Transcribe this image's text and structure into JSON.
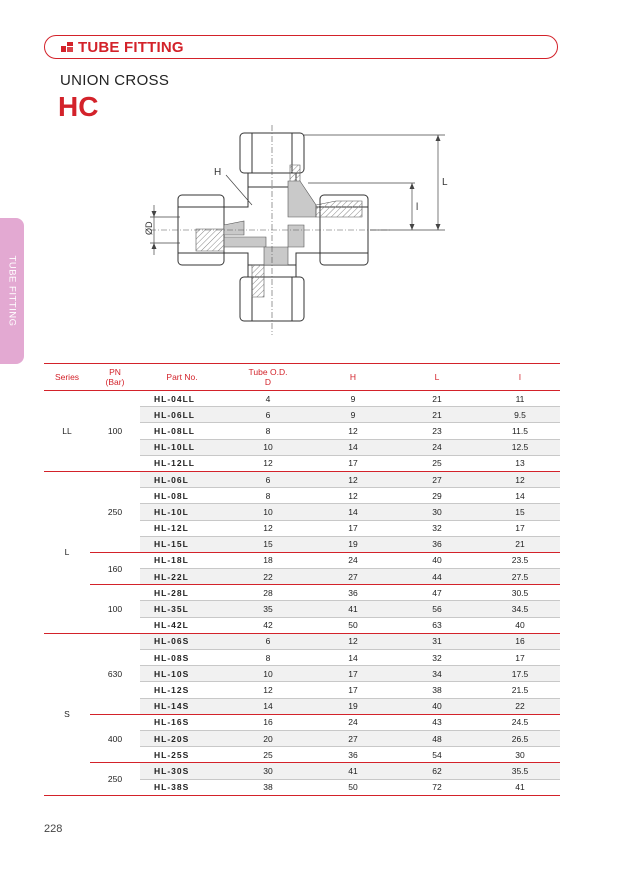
{
  "header": {
    "title": "TUBE FITTING"
  },
  "product": {
    "subtitle": "UNION CROSS",
    "code": "HC"
  },
  "side_tab": {
    "label": "TUBE FITTING"
  },
  "drawing": {
    "labels": {
      "h": "H",
      "d": "ØD",
      "l_long": "L",
      "l_short": "l"
    }
  },
  "table": {
    "headers": {
      "series": "Series",
      "pn": "PN\n(Bar)",
      "part": "Part No.",
      "od": "Tube O.D.\nD",
      "h": "H",
      "l_upper": "L",
      "l_lower": "l"
    },
    "series": [
      {
        "name": "LL",
        "groups": [
          {
            "pn": "100",
            "rows": [
              [
                "HL-04LL",
                "4",
                "9",
                "21",
                "11"
              ],
              [
                "HL-06LL",
                "6",
                "9",
                "21",
                "9.5"
              ],
              [
                "HL-08LL",
                "8",
                "12",
                "23",
                "11.5"
              ],
              [
                "HL-10LL",
                "10",
                "14",
                "24",
                "12.5"
              ],
              [
                "HL-12LL",
                "12",
                "17",
                "25",
                "13"
              ]
            ]
          }
        ]
      },
      {
        "name": "L",
        "groups": [
          {
            "pn": "250",
            "rows": [
              [
                "HL-06L",
                "6",
                "12",
                "27",
                "12"
              ],
              [
                "HL-08L",
                "8",
                "12",
                "29",
                "14"
              ],
              [
                "HL-10L",
                "10",
                "14",
                "30",
                "15"
              ],
              [
                "HL-12L",
                "12",
                "17",
                "32",
                "17"
              ],
              [
                "HL-15L",
                "15",
                "19",
                "36",
                "21"
              ]
            ]
          },
          {
            "pn": "160",
            "rows": [
              [
                "HL-18L",
                "18",
                "24",
                "40",
                "23.5"
              ],
              [
                "HL-22L",
                "22",
                "27",
                "44",
                "27.5"
              ]
            ]
          },
          {
            "pn": "100",
            "rows": [
              [
                "HL-28L",
                "28",
                "36",
                "47",
                "30.5"
              ],
              [
                "HL-35L",
                "35",
                "41",
                "56",
                "34.5"
              ],
              [
                "HL-42L",
                "42",
                "50",
                "63",
                "40"
              ]
            ]
          }
        ]
      },
      {
        "name": "S",
        "groups": [
          {
            "pn": "630",
            "rows": [
              [
                "HL-06S",
                "6",
                "12",
                "31",
                "16"
              ],
              [
                "HL-08S",
                "8",
                "14",
                "32",
                "17"
              ],
              [
                "HL-10S",
                "10",
                "17",
                "34",
                "17.5"
              ],
              [
                "HL-12S",
                "12",
                "17",
                "38",
                "21.5"
              ],
              [
                "HL-14S",
                "14",
                "19",
                "40",
                "22"
              ]
            ]
          },
          {
            "pn": "400",
            "rows": [
              [
                "HL-16S",
                "16",
                "24",
                "43",
                "24.5"
              ],
              [
                "HL-20S",
                "20",
                "27",
                "48",
                "26.5"
              ],
              [
                "HL-25S",
                "25",
                "36",
                "54",
                "30"
              ]
            ]
          },
          {
            "pn": "250",
            "rows": [
              [
                "HL-30S",
                "30",
                "41",
                "62",
                "35.5"
              ],
              [
                "HL-38S",
                "38",
                "50",
                "72",
                "41"
              ]
            ]
          }
        ]
      }
    ]
  },
  "footer": {
    "page_number": "228"
  },
  "colors": {
    "accent": "#d3222a",
    "side_tab": "#e3a9d2",
    "row_alt": "#f1f1f1"
  }
}
